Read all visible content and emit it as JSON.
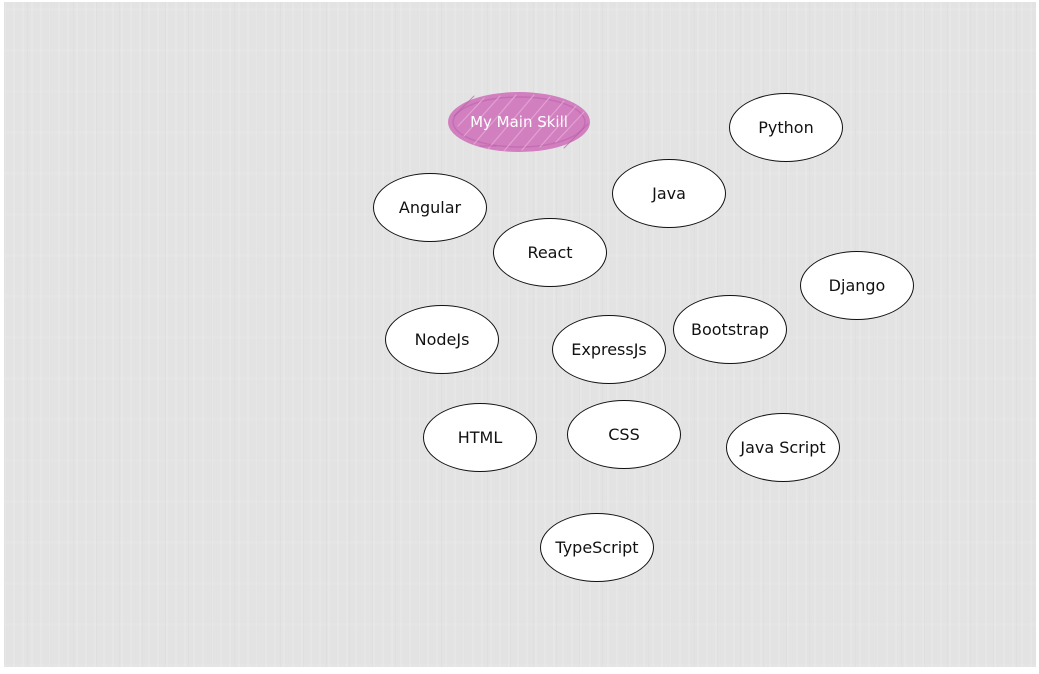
{
  "title": "My Main Skill",
  "colors": {
    "background": "#e3e3e3",
    "title_blob": "#d17fbf",
    "bubble_fill": "#ffffff",
    "bubble_border": "#111111"
  },
  "skills": [
    "Python",
    "Java",
    "Angular",
    "React",
    "Django",
    "Bootstrap",
    "NodeJs",
    "ExpressJs",
    "HTML",
    "CSS",
    "Java Script",
    "TypeScript"
  ]
}
